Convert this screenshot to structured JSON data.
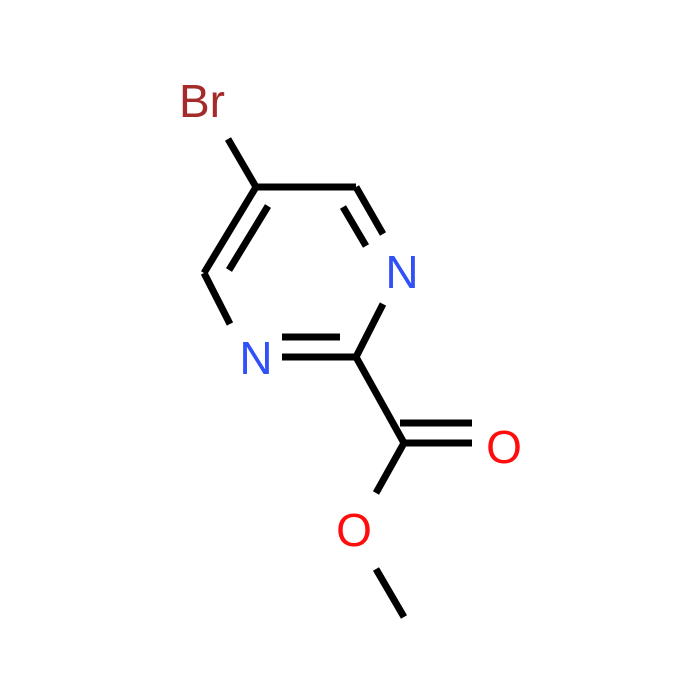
{
  "molecule": {
    "atoms": [
      {
        "id": "br",
        "element": "Br",
        "label": "Br",
        "color": "#a52a2a"
      },
      {
        "id": "n_right",
        "element": "N",
        "label": "N",
        "color": "#3050f8"
      },
      {
        "id": "n_left",
        "element": "N",
        "label": "N",
        "color": "#3050f8"
      },
      {
        "id": "o_carbonyl",
        "element": "O",
        "label": "O",
        "color": "#ff0d0d"
      },
      {
        "id": "o_ester",
        "element": "O",
        "label": "O",
        "color": "#ff0d0d"
      }
    ],
    "bond_color": "#000000"
  }
}
